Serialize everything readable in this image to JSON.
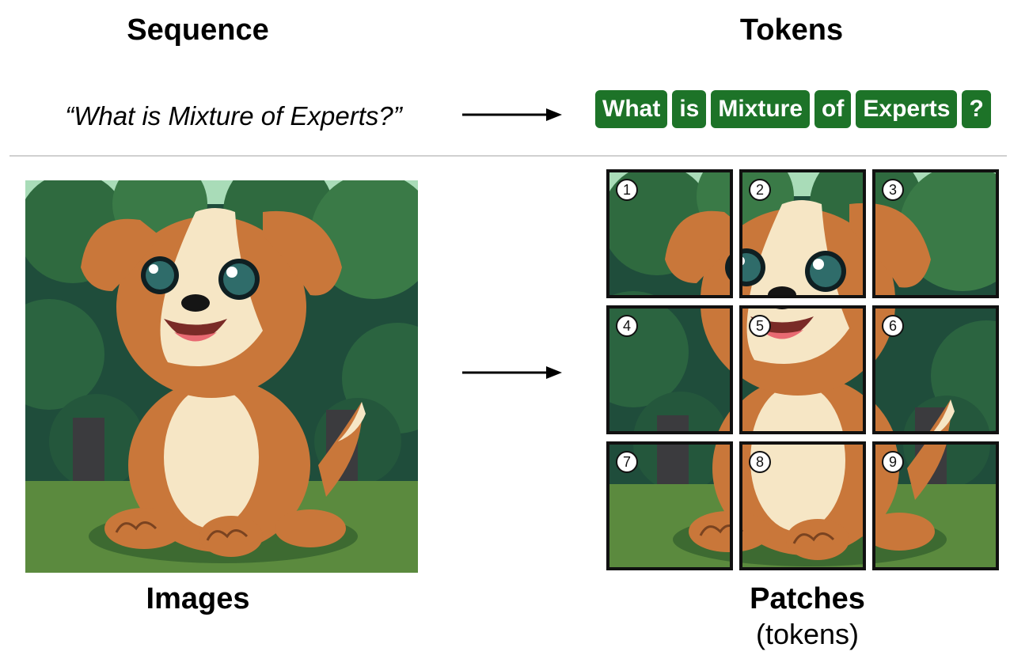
{
  "headings": {
    "sequence": "Sequence",
    "tokens": "Tokens",
    "images": "Images",
    "patches": "Patches",
    "patches_sub": "(tokens)"
  },
  "sentence": "“What is Mixture of Experts?”",
  "tokens": [
    "What",
    "is",
    "Mixture",
    "of",
    "Experts",
    "?"
  ],
  "patch_numbers": [
    "1",
    "2",
    "3",
    "4",
    "5",
    "6",
    "7",
    "8",
    "9"
  ],
  "colors": {
    "token_bg": "#1d7328",
    "token_text": "#ffffff",
    "patch_border": "#111111",
    "divider": "#d0d0d0"
  },
  "image_subject": "cartoon puppy sitting in a forest clearing"
}
